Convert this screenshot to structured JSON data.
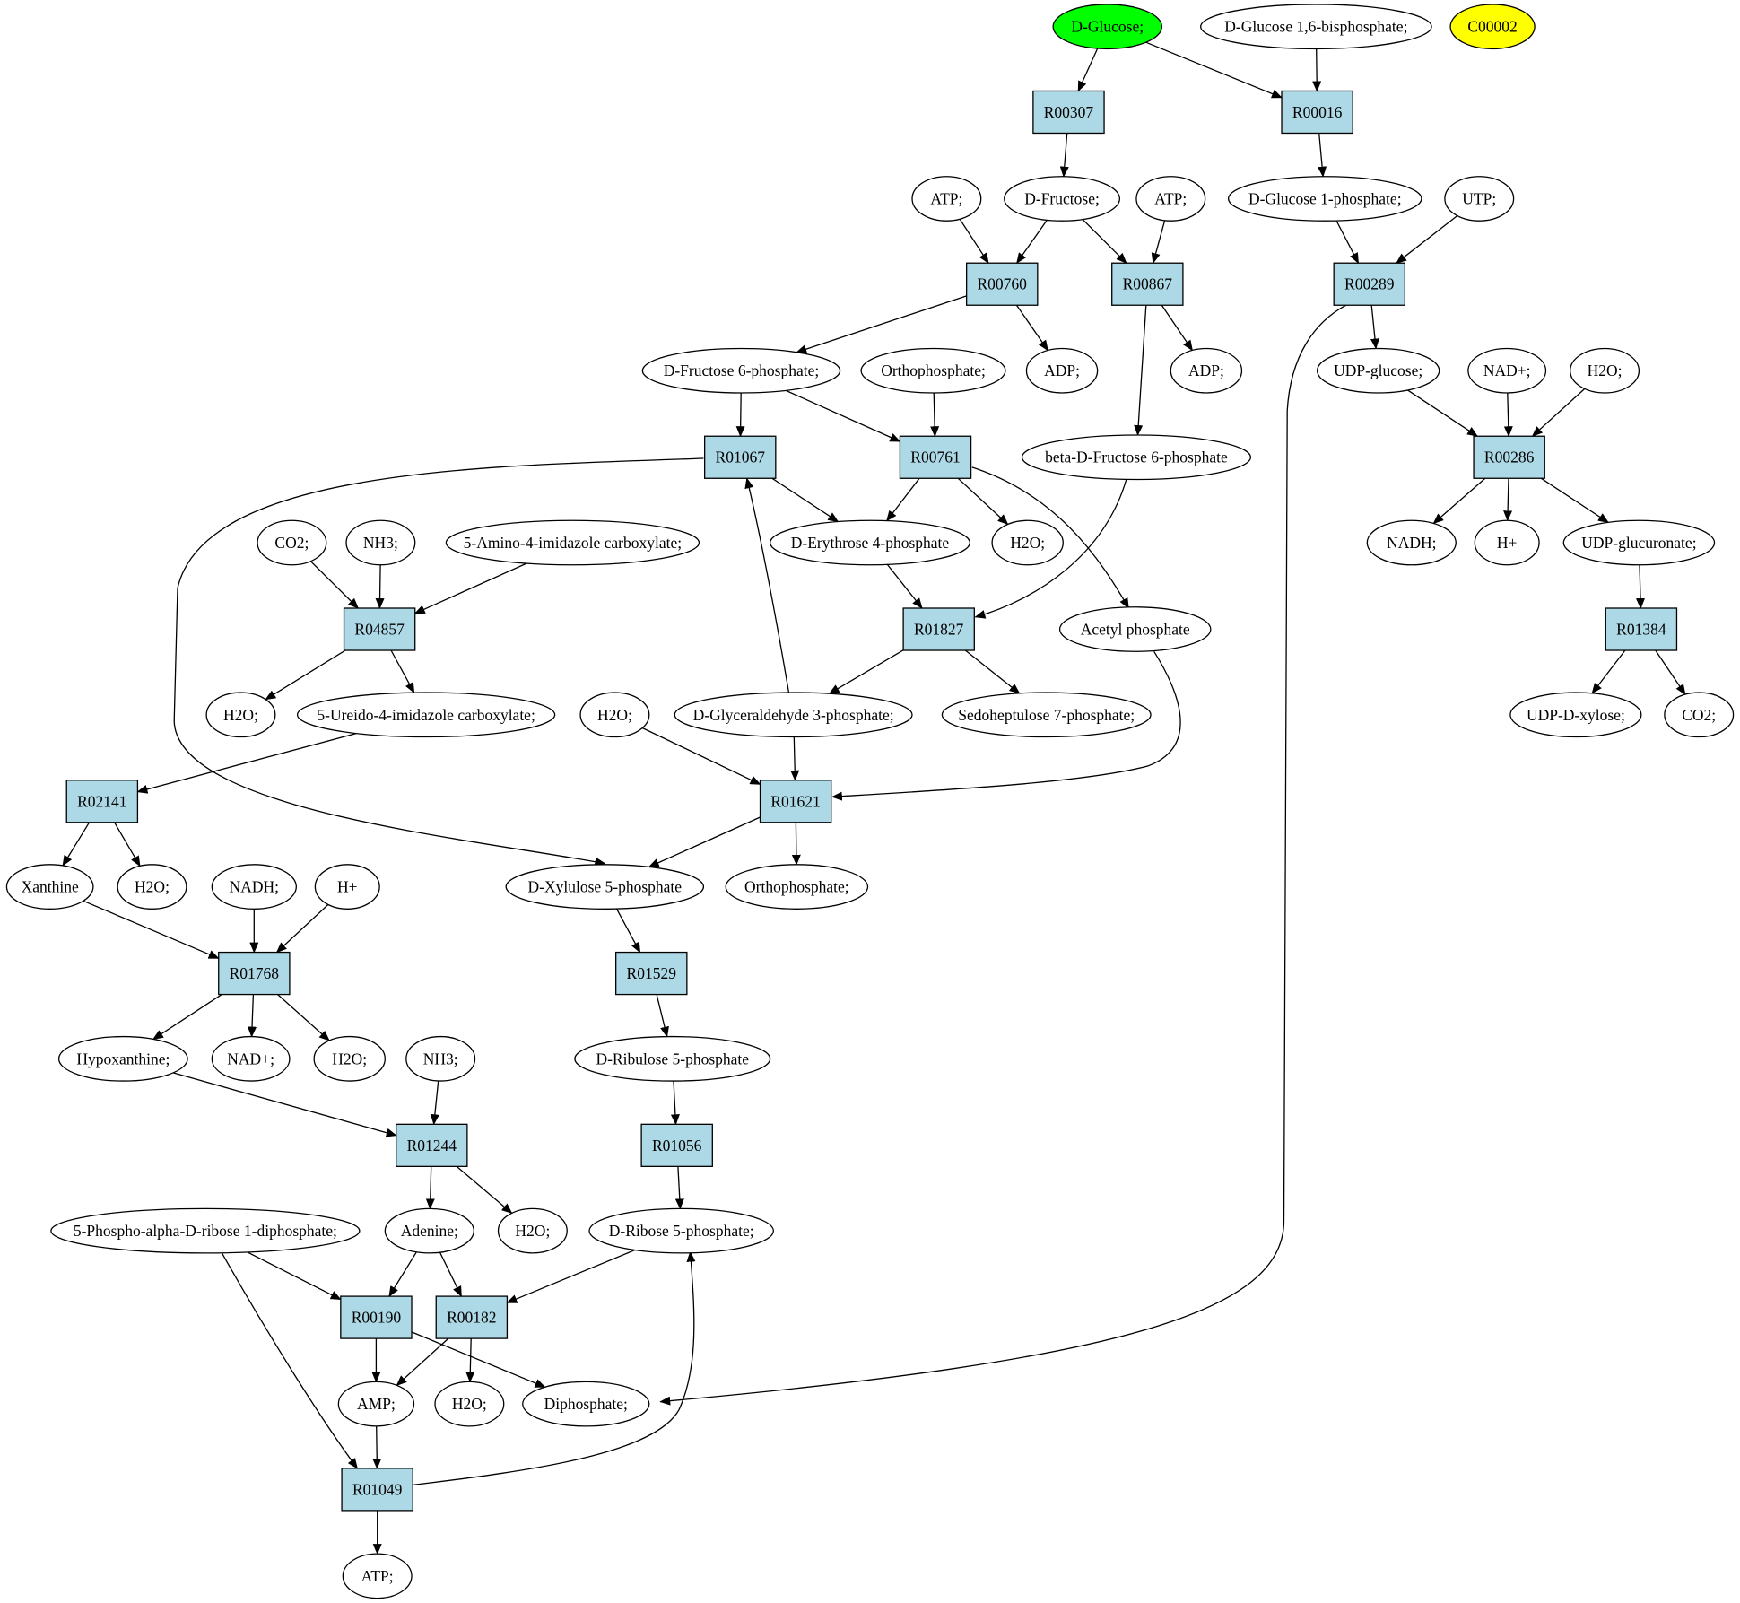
{
  "colors": {
    "reaction_fill": "#add8e6",
    "compound_fill": "#ffffff",
    "start_fill": "#00ff00",
    "highlight_fill": "#ffff00"
  },
  "reactions": [
    "R00307",
    "R00016",
    "R00760",
    "R00867",
    "R00289",
    "R01067",
    "R00761",
    "R00286",
    "R04857",
    "R01827",
    "R01384",
    "R02141",
    "R01621",
    "R01768",
    "R01529",
    "R01056",
    "R01244",
    "R00190",
    "R00182",
    "R01049"
  ],
  "compounds": [
    {
      "id": "glucose",
      "label": "D-Glucose;",
      "fill": "start"
    },
    {
      "id": "g16bp",
      "label": "D-Glucose 1,6-bisphosphate;"
    },
    {
      "id": "c00002",
      "label": "C00002",
      "fill": "highlight"
    },
    {
      "id": "atp1",
      "label": "ATP;"
    },
    {
      "id": "fructose",
      "label": "D-Fructose;"
    },
    {
      "id": "atp2",
      "label": "ATP;"
    },
    {
      "id": "g1p",
      "label": "D-Glucose 1-phosphate;"
    },
    {
      "id": "utp",
      "label": "UTP;"
    },
    {
      "id": "f6p",
      "label": "D-Fructose 6-phosphate;"
    },
    {
      "id": "pi1",
      "label": "Orthophosphate;"
    },
    {
      "id": "adp1",
      "label": "ADP;"
    },
    {
      "id": "adp2",
      "label": "ADP;"
    },
    {
      "id": "udpglc",
      "label": "UDP-glucose;"
    },
    {
      "id": "nadp1",
      "label": "NAD+;"
    },
    {
      "id": "h2o1",
      "label": "H2O;"
    },
    {
      "id": "bf6p",
      "label": "beta-D-Fructose 6-phosphate"
    },
    {
      "id": "co2a",
      "label": "CO2;"
    },
    {
      "id": "nh3a",
      "label": "NH3;"
    },
    {
      "id": "aica",
      "label": "5-Amino-4-imidazole carboxylate;"
    },
    {
      "id": "e4p",
      "label": "D-Erythrose 4-phosphate"
    },
    {
      "id": "h2o2",
      "label": "H2O;"
    },
    {
      "id": "nadh1",
      "label": "NADH;"
    },
    {
      "id": "hplus1",
      "label": "H+"
    },
    {
      "id": "udpgca",
      "label": "UDP-glucuronate;"
    },
    {
      "id": "acp",
      "label": "Acetyl phosphate"
    },
    {
      "id": "h2o3",
      "label": "H2O;"
    },
    {
      "id": "uica",
      "label": "5-Ureido-4-imidazole carboxylate;"
    },
    {
      "id": "h2o4",
      "label": "H2O;"
    },
    {
      "id": "g3p",
      "label": "D-Glyceraldehyde 3-phosphate;"
    },
    {
      "id": "s7p",
      "label": "Sedoheptulose 7-phosphate;"
    },
    {
      "id": "udpxyl",
      "label": "UDP-D-xylose;"
    },
    {
      "id": "co2b",
      "label": "CO2;"
    },
    {
      "id": "xan",
      "label": "Xanthine"
    },
    {
      "id": "h2o5",
      "label": "H2O;"
    },
    {
      "id": "nadh2",
      "label": "NADH;"
    },
    {
      "id": "hplus2",
      "label": "H+"
    },
    {
      "id": "x5p",
      "label": "D-Xylulose 5-phosphate"
    },
    {
      "id": "pi2",
      "label": "Orthophosphate;"
    },
    {
      "id": "hyp",
      "label": "Hypoxanthine;"
    },
    {
      "id": "nadp2",
      "label": "NAD+;"
    },
    {
      "id": "h2o6",
      "label": "H2O;"
    },
    {
      "id": "nh3b",
      "label": "NH3;"
    },
    {
      "id": "ru5p",
      "label": "D-Ribulose 5-phosphate"
    },
    {
      "id": "prpp",
      "label": "5-Phospho-alpha-D-ribose 1-diphosphate;"
    },
    {
      "id": "ade",
      "label": "Adenine;"
    },
    {
      "id": "h2o7",
      "label": "H2O;"
    },
    {
      "id": "r5p",
      "label": "D-Ribose 5-phosphate;"
    },
    {
      "id": "amp",
      "label": "AMP;"
    },
    {
      "id": "h2o8",
      "label": "H2O;"
    },
    {
      "id": "ppi",
      "label": "Diphosphate;"
    },
    {
      "id": "atp3",
      "label": "ATP;"
    }
  ],
  "edges": [
    [
      "glucose",
      "R00307"
    ],
    [
      "glucose",
      "R00016"
    ],
    [
      "g16bp",
      "R00016"
    ],
    [
      "R00307",
      "fructose"
    ],
    [
      "R00016",
      "g1p"
    ],
    [
      "atp1",
      "R00760"
    ],
    [
      "fructose",
      "R00760"
    ],
    [
      "fructose",
      "R00867"
    ],
    [
      "atp2",
      "R00867"
    ],
    [
      "g1p",
      "R00289"
    ],
    [
      "utp",
      "R00289"
    ],
    [
      "R00760",
      "f6p"
    ],
    [
      "R00760",
      "adp1"
    ],
    [
      "R00867",
      "adp2"
    ],
    [
      "R00867",
      "bf6p"
    ],
    [
      "R00289",
      "udpglc"
    ],
    [
      "R00289",
      "ppi"
    ],
    [
      "f6p",
      "R01067"
    ],
    [
      "f6p",
      "R00761"
    ],
    [
      "pi1",
      "R00761"
    ],
    [
      "udpglc",
      "R00286"
    ],
    [
      "nadp1",
      "R00286"
    ],
    [
      "h2o1",
      "R00286"
    ],
    [
      "R01067",
      "e4p"
    ],
    [
      "R01067",
      "x5p"
    ],
    [
      "R00761",
      "e4p"
    ],
    [
      "R00761",
      "h2o2"
    ],
    [
      "R00761",
      "acp"
    ],
    [
      "R00286",
      "nadh1"
    ],
    [
      "R00286",
      "hplus1"
    ],
    [
      "R00286",
      "udpgca"
    ],
    [
      "co2a",
      "R04857"
    ],
    [
      "nh3a",
      "R04857"
    ],
    [
      "aica",
      "R04857"
    ],
    [
      "e4p",
      "R01827"
    ],
    [
      "bf6p",
      "R01827"
    ],
    [
      "udpgca",
      "R01384"
    ],
    [
      "R04857",
      "h2o3"
    ],
    [
      "R04857",
      "uica"
    ],
    [
      "R01827",
      "g3p"
    ],
    [
      "R01827",
      "s7p"
    ],
    [
      "g3p",
      "R01067"
    ],
    [
      "R01384",
      "udpxyl"
    ],
    [
      "R01384",
      "co2b"
    ],
    [
      "uica",
      "R02141"
    ],
    [
      "h2o4",
      "R01621"
    ],
    [
      "g3p",
      "R01621"
    ],
    [
      "acp",
      "R01621"
    ],
    [
      "R02141",
      "xan"
    ],
    [
      "R02141",
      "h2o5"
    ],
    [
      "R01621",
      "x5p"
    ],
    [
      "R01621",
      "pi2"
    ],
    [
      "xan",
      "R01768"
    ],
    [
      "nadh2",
      "R01768"
    ],
    [
      "hplus2",
      "R01768"
    ],
    [
      "x5p",
      "R01529"
    ],
    [
      "R01768",
      "hyp"
    ],
    [
      "R01768",
      "nadp2"
    ],
    [
      "R01768",
      "h2o6"
    ],
    [
      "R01529",
      "ru5p"
    ],
    [
      "hyp",
      "R01244"
    ],
    [
      "nh3b",
      "R01244"
    ],
    [
      "ru5p",
      "R01056"
    ],
    [
      "R01244",
      "ade"
    ],
    [
      "R01244",
      "h2o7"
    ],
    [
      "R01056",
      "r5p"
    ],
    [
      "prpp",
      "R00190"
    ],
    [
      "prpp",
      "R01049"
    ],
    [
      "ade",
      "R00190"
    ],
    [
      "ade",
      "R00182"
    ],
    [
      "r5p",
      "R00182"
    ],
    [
      "R00190",
      "amp"
    ],
    [
      "R00190",
      "ppi"
    ],
    [
      "R00182",
      "amp"
    ],
    [
      "R00182",
      "h2o8"
    ],
    [
      "amp",
      "R01049"
    ],
    [
      "R01049",
      "atp3"
    ],
    [
      "R01049",
      "r5p"
    ]
  ]
}
